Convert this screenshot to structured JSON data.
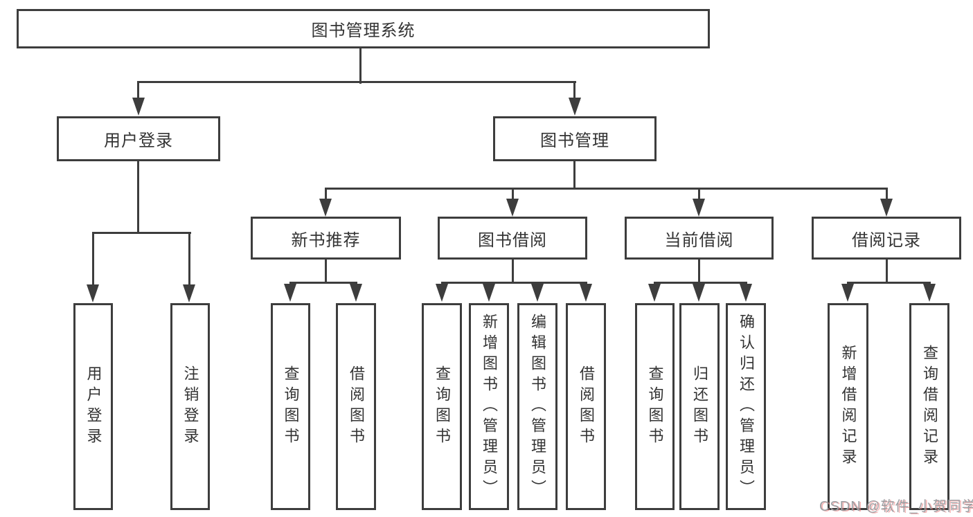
{
  "diagram_type": "hierarchy-tree",
  "tree": {
    "label": "图书管理系统",
    "children": [
      {
        "label": "用户登录",
        "children": [
          {
            "label": "用户登录"
          },
          {
            "label": "注销登录"
          }
        ]
      },
      {
        "label": "图书管理",
        "children": [
          {
            "label": "新书推荐",
            "children": [
              {
                "label": "查询图书"
              },
              {
                "label": "借阅图书"
              }
            ]
          },
          {
            "label": "图书借阅",
            "children": [
              {
                "label": "查询图书"
              },
              {
                "label": "新增图书（管理员）"
              },
              {
                "label": "编辑图书（管理员）"
              },
              {
                "label": "借阅图书"
              }
            ]
          },
          {
            "label": "当前借阅",
            "children": [
              {
                "label": "查询图书"
              },
              {
                "label": "归还图书"
              },
              {
                "label": "确认归还（管理员）"
              }
            ]
          },
          {
            "label": "借阅记录",
            "children": [
              {
                "label": "新增借阅记录"
              },
              {
                "label": "查询借阅记录"
              }
            ]
          }
        ]
      }
    ]
  },
  "watermark": {
    "text": "CSDN @软件_小贺同学"
  },
  "colors": {
    "line": "#3d3d3d",
    "box_border": "#3d3d3d",
    "box_background": "#ffffff",
    "text": "#333333",
    "watermark_gray": "#9c9fa3",
    "watermark_red": "#eb7878",
    "background": "#ffffff"
  }
}
